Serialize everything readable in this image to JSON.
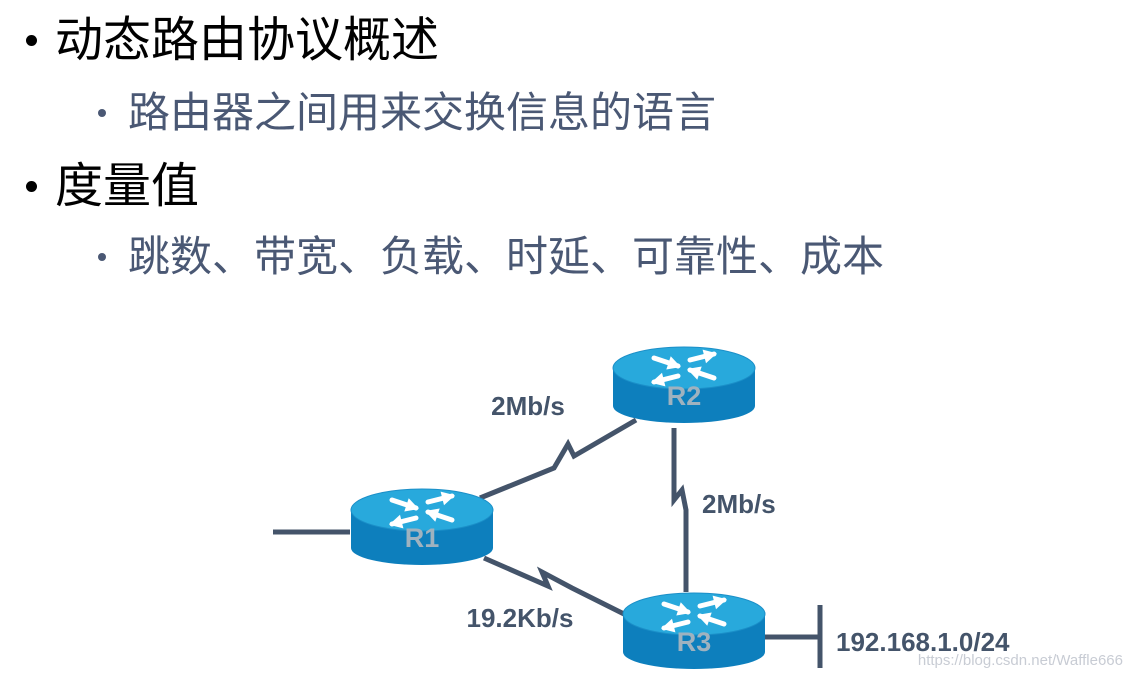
{
  "colors": {
    "bullet_l2": "#4a5874",
    "line": "#44546a",
    "router_top": "#28a9dc",
    "router_side": "#0d7fbd",
    "router_label": "#9fb2bf"
  },
  "bullets": [
    {
      "level": 1,
      "text": "动态路由协议概述"
    },
    {
      "level": 2,
      "text": "路由器之间用来交换信息的语言"
    },
    {
      "level": 1,
      "text": "度量值"
    },
    {
      "level": 2,
      "text": "跳数、带宽、负载、时延、可靠性、成本"
    }
  ],
  "diagram": {
    "routers": [
      {
        "id": "R1",
        "label": "R1"
      },
      {
        "id": "R2",
        "label": "R2"
      },
      {
        "id": "R3",
        "label": "R3"
      }
    ],
    "links": [
      {
        "from": "R1",
        "to": "R2",
        "label": "2Mb/s"
      },
      {
        "from": "R2",
        "to": "R3",
        "label": "2Mb/s"
      },
      {
        "from": "R1",
        "to": "R3",
        "label": "19.2Kb/s"
      }
    ],
    "network": {
      "router": "R3",
      "label": "192.168.1.0/24"
    }
  },
  "watermark": "https://blog.csdn.net/Waffle666"
}
